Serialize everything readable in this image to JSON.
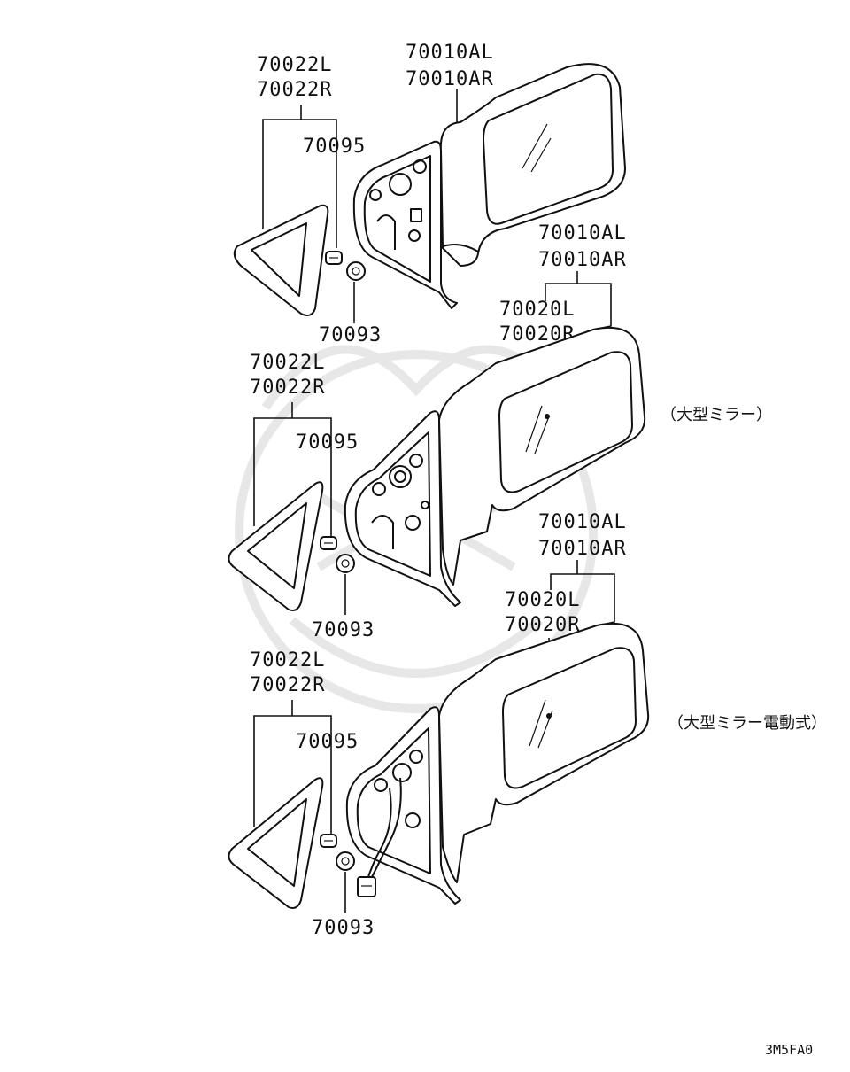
{
  "groups": [
    {
      "mirror_labels": [
        "70010AL",
        "70010AR"
      ],
      "triangle_labels": [
        "70022L",
        "70022R"
      ],
      "screw_label": "70095",
      "nut_label": "70093"
    },
    {
      "mirror_labels": [
        "70010AL",
        "70010AR"
      ],
      "glass_labels": [
        "70020L",
        "70020R"
      ],
      "triangle_labels": [
        "70022L",
        "70022R"
      ],
      "screw_label": "70095",
      "nut_label": "70093",
      "note": "（大型ミラー）"
    },
    {
      "mirror_labels": [
        "70010AL",
        "70010AR"
      ],
      "glass_labels": [
        "70020L",
        "70020R"
      ],
      "triangle_labels": [
        "70022L",
        "70022R"
      ],
      "screw_label": "70095",
      "nut_label": "70093",
      "note": "（大型ミラー電動式）"
    }
  ],
  "diagram_code": "3M5FA0"
}
